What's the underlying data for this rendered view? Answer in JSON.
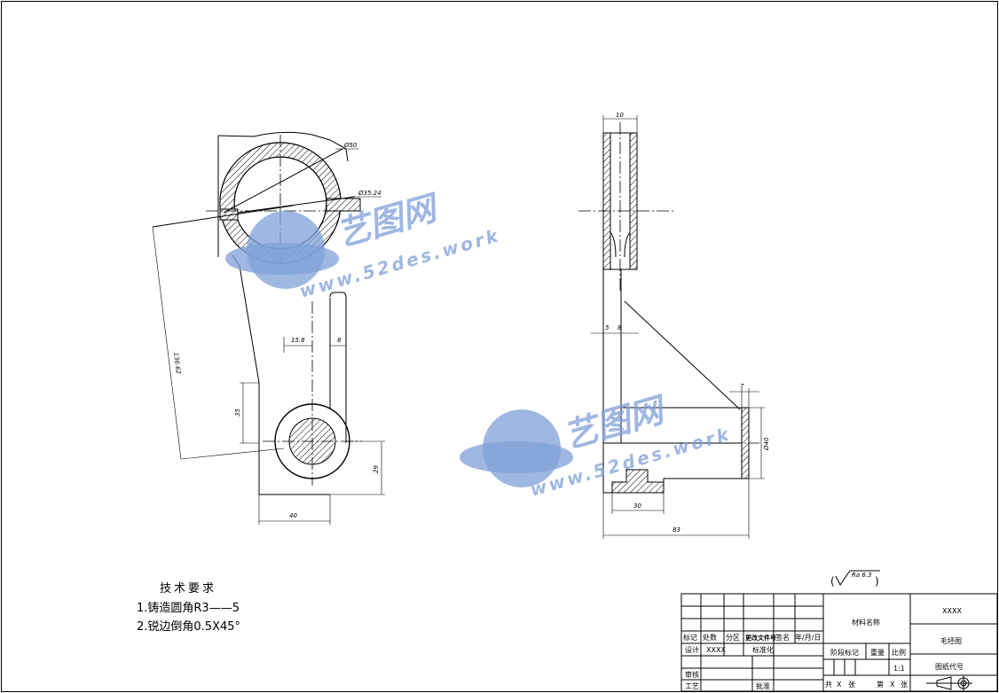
{
  "drawing": {
    "front_view": {
      "dim_dia_outer": "Ø50",
      "dim_dia_bore": "Ø35.24",
      "dim_length": "136.62",
      "dim_15": "15.8",
      "dim_8": "8",
      "dim_35": "35",
      "dim_29": "29",
      "dim_40": "40"
    },
    "side_view": {
      "dim_top": "10",
      "dim_5": "5",
      "dim_8": "8",
      "dim_7": "7",
      "dim_dia40": "Ø40",
      "dim_30": "30",
      "dim_83": "83"
    },
    "roughness": {
      "value": "Ra 6.3"
    },
    "tech_requirements": {
      "title": "技术要求",
      "items": [
        "1.铸造圆角R3——5",
        "2.锐边倒角0.5X45°"
      ]
    },
    "title_block": {
      "material_name": "材料名称",
      "code_top": "XXXX",
      "drawing_type": "毛坯图",
      "drawing_code": "图纸代号",
      "marking": "标记",
      "count": "处数",
      "zone": "分区",
      "change_doc": "更改文件号",
      "signature": "签名",
      "date": "年/月/日",
      "design": "设计",
      "designer": "XXXX",
      "standardization": "标准化",
      "stage_mark": "阶段标记",
      "weight": "重量",
      "scale": "比例",
      "scale_value": "1:1",
      "review": "审核",
      "process": "工艺",
      "approve": "批准",
      "total": "共",
      "sheets": "张",
      "sheet_no": "第",
      "x": "X"
    },
    "watermark": {
      "brand": "艺图网",
      "url": "www.52des.work"
    }
  }
}
